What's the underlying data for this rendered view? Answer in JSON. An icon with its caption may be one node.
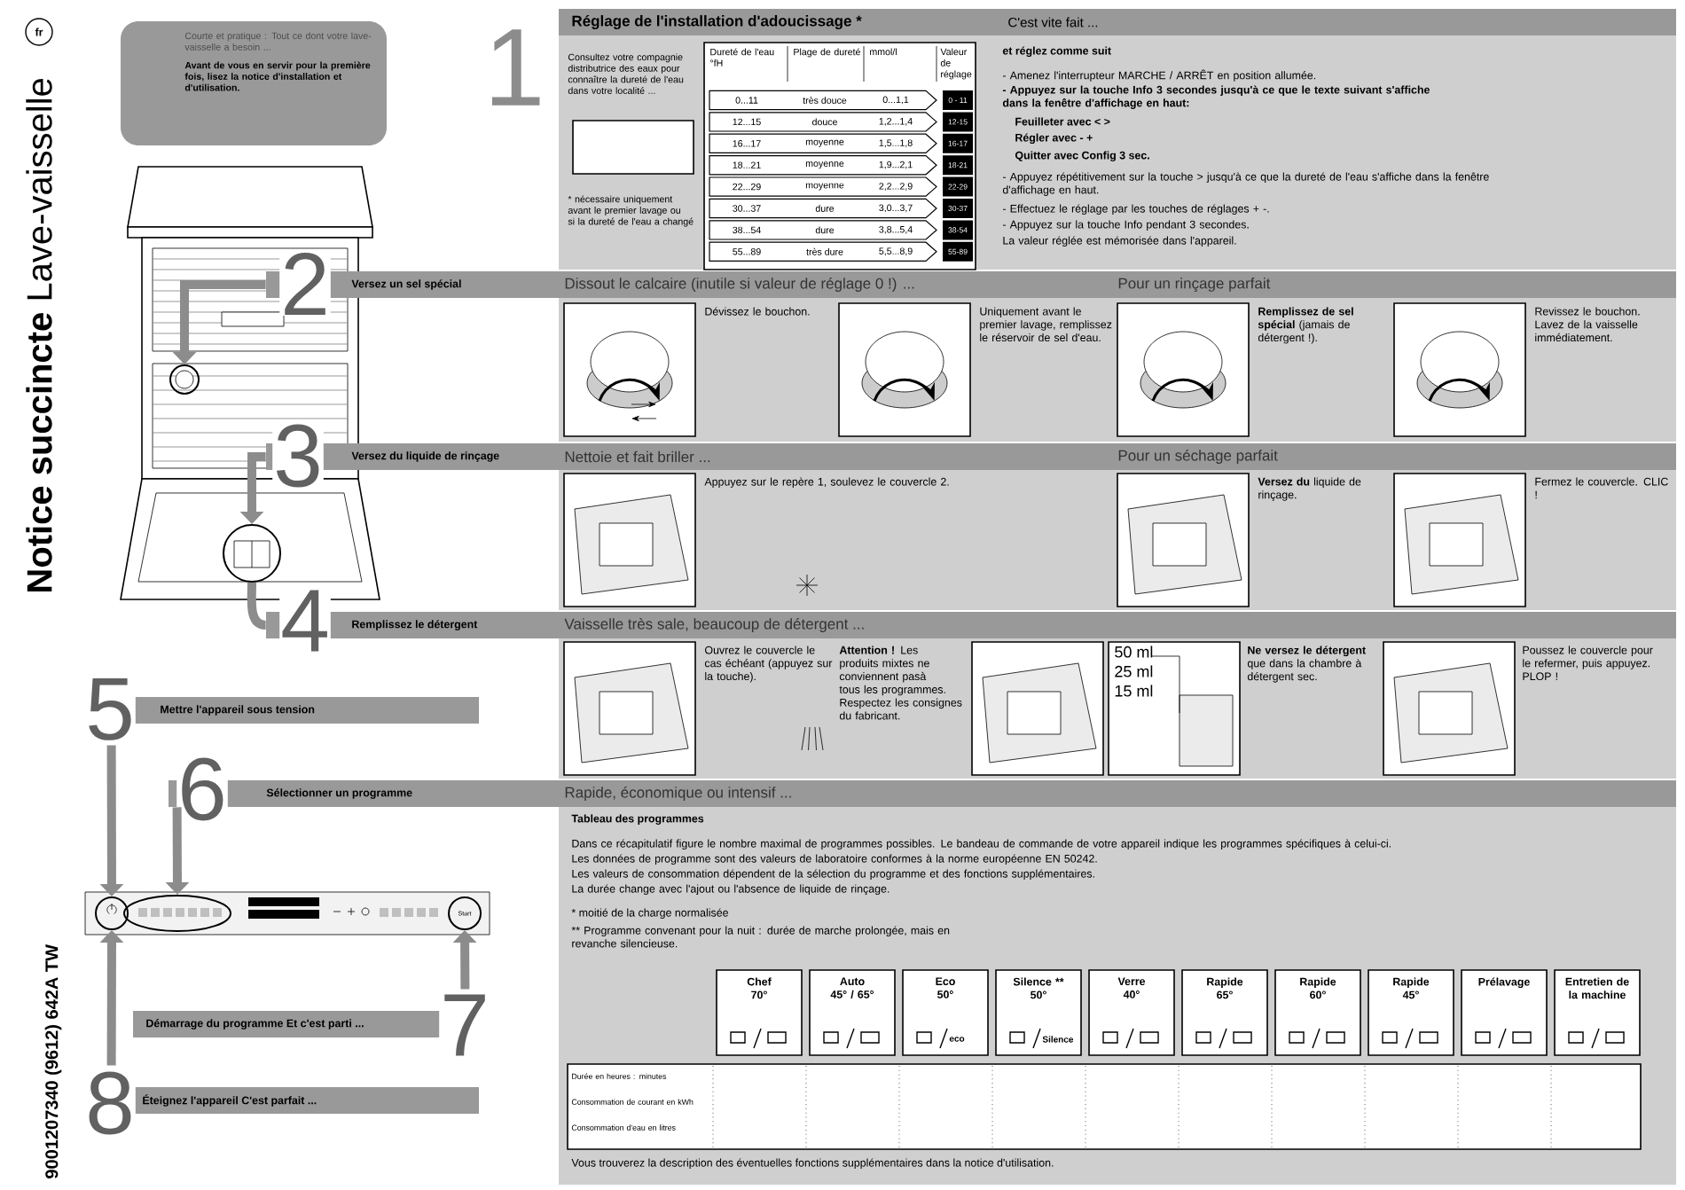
{
  "diagram": {
    "title": "**Notice succincte** Lave-vaisselle",
    "nodes": [
      {
        "text": [
          "Courte et pratique : Tout ce dont votre lave-vaisselle a besoin ...",
          "Avant de vous en servir pour la première fois, lisez la notice d'installation et d'utilisation."
        ]
      },
      {
        "text": [
          "2",
          "Versez un sel spécial"
        ]
      },
      {
        "text": [
          "3",
          "Versez du liquide de rinçage"
        ]
      },
      {
        "text": [
          "4",
          "Remplissez le détergent"
        ]
      },
      {
        "text": [
          "5",
          "Mettre l'appareil sous tension"
        ]
      },
      {
        "text": [
          "6",
          "Sélectionner un programme"
        ]
      },
      {
        "text": [
          "**Démarrage du programme** Et c'est parti ...",
          "7"
        ]
      },
      {
        "text": [
          "8",
          "**Éteignez l'appareil** C'est parfait ..."
        ]
      },
      {
        "text": [],
        "shape": "circle"
      },
      {
        "text": [],
        "shape": "circle"
      },
      {
        "text": [],
        "shape": "circle"
      },
      {
        "text": [],
        "shape": "ellipse"
      },
      {
        "text": [
          "Start"
        ]
      },
      {
        "text": [
          "Chef",
          "70°"
        ]
      },
      {
        "text": [
          "Auto",
          "45° / 65°"
        ]
      },
      {
        "text": [
          "Eco",
          "50°",
          "eco"
        ]
      },
      {
        "text": [
          "Silence **",
          "50°",
          "Silence"
        ]
      },
      {
        "text": [
          "Verre",
          "40°"
        ]
      },
      {
        "text": [
          "Rapide",
          "65°"
        ]
      },
      {
        "text": [
          "Rapide",
          "60°"
        ]
      },
      {
        "text": [
          "Rapide",
          "45°"
        ]
      },
      {
        "text": [
          "Prélavage"
        ]
      },
      {
        "text": [
          "Entretien de la machine"
        ]
      },
      {
        "text": [
          "fr"
        ]
      }
    ],
    "edges": [
      {
        "from": 1,
        "to": 8,
        "arrow": "to"
      },
      {
        "from": 2,
        "to": 9,
        "arrow": "to"
      },
      {
        "from": 3,
        "to": 9,
        "arrow": "none"
      },
      {
        "from": 4,
        "to": 10,
        "arrow": "to"
      },
      {
        "from": 5,
        "to": 11,
        "arrow": "to"
      },
      {
        "from": 6,
        "to": 12,
        "arrow": "to"
      },
      {
        "from": 7,
        "to": 10,
        "arrow": "to"
      }
    ],
    "labels": [
      "1",
      "Réglage de l'installation d'adoucissage *",
      "C'est vite fait ...",
      "Consultez votre compagnie distributrice des eaux pour connaître la dureté de l'eau dans votre localité ...",
      "* nécessaire uniquement avant le premier lavage ou si la dureté de l'eau a changé",
      "Dureté de l'eau °fH",
      "Plage de dureté",
      "mmol/l",
      "Valeur de réglage",
      "0...11",
      "très douce",
      "0...1,1",
      "0 - 11",
      "12...15",
      "douce",
      "1,2...1,4",
      "12-15",
      "16...17",
      "moyenne",
      "1,5...1,8",
      "16-17",
      "18...21",
      "moyenne",
      "1,9...2,1",
      "18-21",
      "22...29",
      "moyenne",
      "2,2...2,9",
      "22-29",
      "30...37",
      "dure",
      "3,0...3,7",
      "30-37",
      "38...54",
      "dure",
      "3,8...5,4",
      "38-54",
      "55...89",
      "très dure",
      "5,5...8,9",
      "55-89",
      "et réglez comme suit",
      "- Amenez l'interrupteur MARCHE / ARRÊT en position allumée.",
      "- Appuyez sur la touche Info 3 secondes jusqu'à ce que le texte suivant s'affiche dans la fenêtre d'affichage en haut:",
      "Feuilleter avec < >",
      "Régler avec - +",
      "Quitter avec Config 3 sec.",
      "- Appuyez répétitivement sur la touche > jusqu'à ce que la dureté de l'eau s'affiche dans la fenêtre d'affichage en haut.",
      "- Effectuez le réglage par les touches de réglages + -.",
      "- Appuyez sur la touche Info pendant 3 secondes.",
      "La valeur réglée est mémorisée dans l'appareil.",
      "Dissout le calcaire (inutile si valeur de réglage 0 !) ...",
      "Pour un rinçage parfait",
      "Dévissez le bouchon.",
      "Uniquement avant le premier lavage, remplissez le réservoir de sel d'eau.",
      "**Remplissez de sel spécial** (jamais de détergent !).",
      "Revissez le bouchon. Lavez de la vaisselle immédiatement.",
      "Nettoie et fait briller ...",
      "Pour un séchage parfait",
      "Appuyez sur le repère 1, soulevez le couvercle 2.",
      "**Versez du** liquide de rinçage.",
      "Fermez le couvercle. CLIC !",
      "Vaisselle très sale, beaucoup de détergent ...",
      "Ouvrez le couvercle le cas échéant (appuyez sur la touche).",
      "**Attention !** Les produits mixtes ne conviennent pasà tous les programmes. Respectez les consignes du fabricant.",
      "50 ml",
      "25 ml",
      "15 ml",
      "**Ne versez le détergent** que dans la chambre à détergent sec.",
      "Poussez le couvercle pour le refermer, puis appuyez. PLOP !",
      "Rapide, économique ou intensif ...",
      "Tableau des programmes",
      "Dans ce récapitulatif figure le nombre maximal de programmes possibles. Le bandeau de commande de votre appareil indique les programmes spécifiques à celui-ci.",
      "Les données de programme sont des valeurs de laboratoire conformes à la norme européenne EN 50242.",
      "Les valeurs de consommation dépendent de la sélection du programme et des fonctions supplémentaires.",
      "La durée change avec l'ajout ou l'absence de liquide de rinçage.",
      "* moitié de la charge normalisée",
      "** Programme convenant pour la nuit : durée de marche prolongée, mais en revanche silencieuse.",
      "Durée en heures : minutes",
      "Consommation de courant en kWh",
      "Consommation d'eau en litres",
      "Vous trouverez la description des éventuelles fonctions supplémentaires dans la notice d'utilisation.",
      "9001207340 (9612) 642A TW"
    ]
  }
}
